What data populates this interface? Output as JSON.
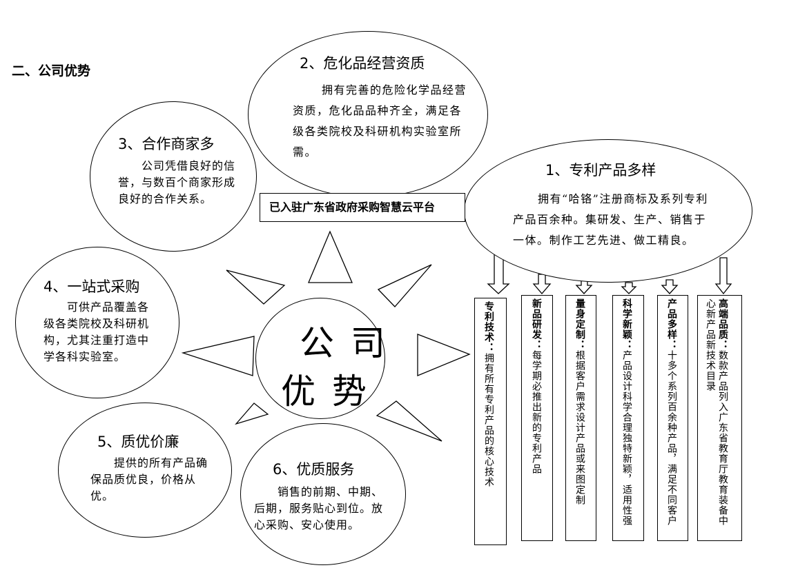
{
  "heading": "二、公司优势",
  "platform_label": "已入驻广东省政府采购智慧云平台",
  "center": {
    "line1": "公 司",
    "line2": "优 势"
  },
  "advantages": [
    {
      "title": "1、专利产品多样",
      "text": "拥有“哈铬”注册商标及系列专利产品百余种。集研发、生产、销售于一体。制作工艺先进、做工精良。"
    },
    {
      "title": "2、危化品经营资质",
      "text": "拥有完善的危险化学品经营资质，危化品品种齐全，满足各级各类院校及科研机构实验室所需。"
    },
    {
      "title": "3、合作商家多",
      "text": "公司凭借良好的信誉，与数百个商家形成良好的合作关系。"
    },
    {
      "title": "4、一站式采购",
      "text": "可供产品覆盖各级各类院校及科研机构，尤其注重打造中学各科实验室。"
    },
    {
      "title": "5、质优价廉",
      "text": "提供的所有产品确保品质优良，价格从优。"
    },
    {
      "title": "6、优质服务",
      "text": "销售的前期、中期、后期，服务贴心到位。放心采购、安心使用。"
    }
  ],
  "features": [
    {
      "label": "专利技术：",
      "text": "拥有所有专利产品的核心技术"
    },
    {
      "label": "新品研发：",
      "text": "每学期必推出新的专利产品"
    },
    {
      "label": "量身定制：",
      "text": "根据客户需求设计产品或来图定制"
    },
    {
      "label": "科学新颖：",
      "text": "产品设计科学合理独特新颖，适用性强"
    },
    {
      "label": "产品多样：",
      "text": "十多个系列百余种产品，满足不同客户"
    },
    {
      "label": "高端品质：",
      "text": "数款产品列入广东省教育厅教育装备中心新产品新技术目录"
    }
  ]
}
